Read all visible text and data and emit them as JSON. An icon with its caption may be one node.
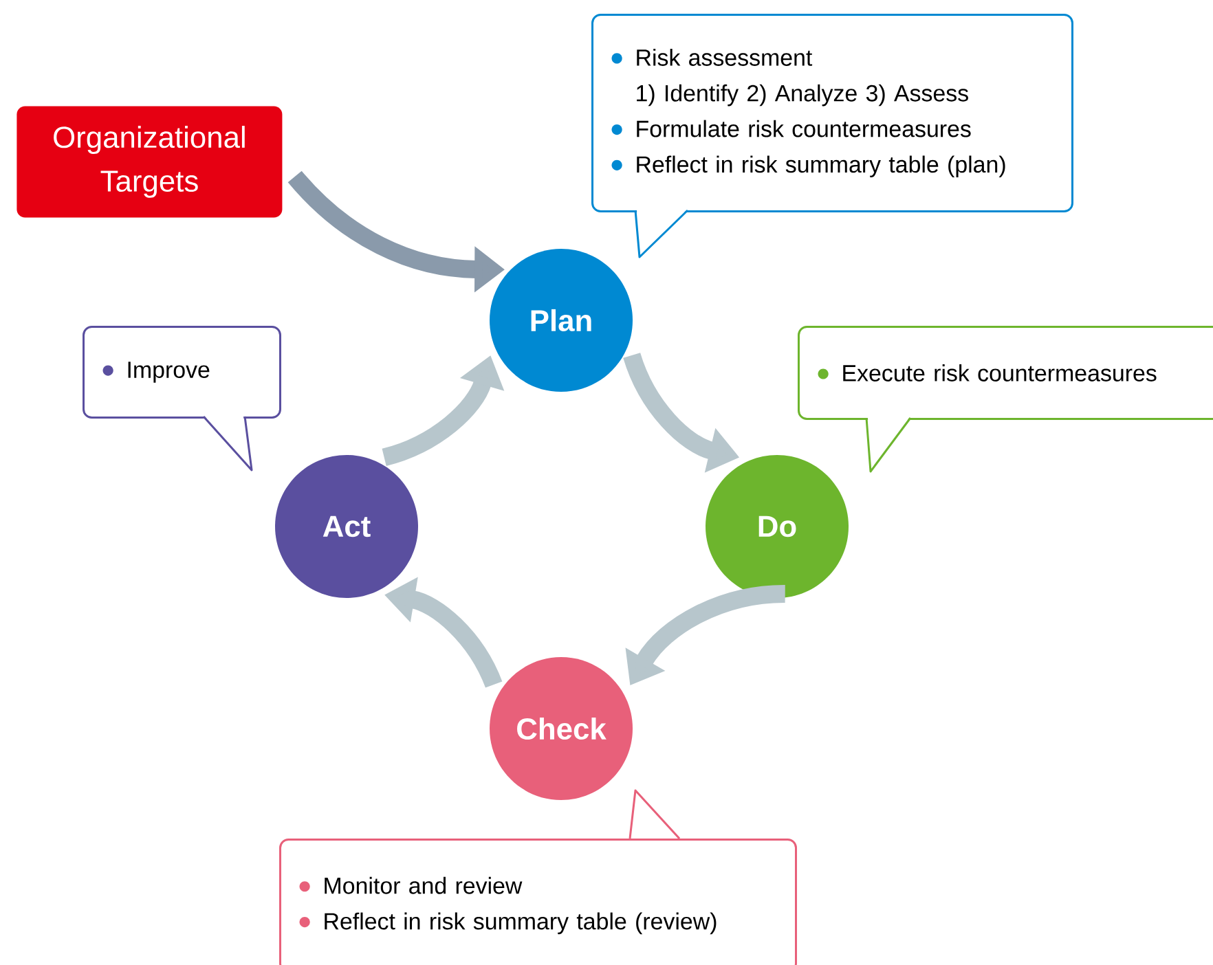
{
  "diagram": {
    "nodes": [
      {
        "text": [
          "Organizational Targets"
        ]
      },
      {
        "text": [
          "Risk assessment",
          "1) Identify 2) Analyze 3) Assess",
          "Formulate risk countermeasures",
          "Reflect in risk summary table (plan)"
        ]
      },
      {
        "text": [
          "Plan"
        ]
      },
      {
        "text": [
          "Improve"
        ]
      },
      {
        "text": [
          "Execute risk countermeasures"
        ]
      },
      {
        "text": [
          "Act"
        ]
      },
      {
        "text": [
          "Do"
        ]
      },
      {
        "text": [
          "Check"
        ]
      },
      {
        "text": [
          "Monitor and review",
          "Reflect in risk summary table (review)"
        ]
      }
    ],
    "edges": [
      {
        "from": 0,
        "to": 2,
        "arrow": "to",
        "color": "#8a9aab"
      },
      {
        "from": 2,
        "to": 6,
        "arrow": "to"
      },
      {
        "from": 6,
        "to": 7,
        "arrow": "to"
      },
      {
        "from": 7,
        "to": 5,
        "arrow": "to"
      },
      {
        "from": 5,
        "to": 2,
        "arrow": "to"
      }
    ]
  }
}
